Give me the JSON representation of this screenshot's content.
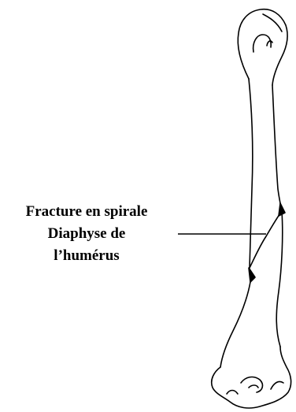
{
  "annotation": {
    "lines": [
      "Fracture en spirale",
      "Diaphyse de",
      "l’humérus"
    ]
  },
  "colors": {
    "stroke": "#000000",
    "background": "#ffffff"
  },
  "icons": {
    "bone": "humerus-bone-illustration"
  }
}
